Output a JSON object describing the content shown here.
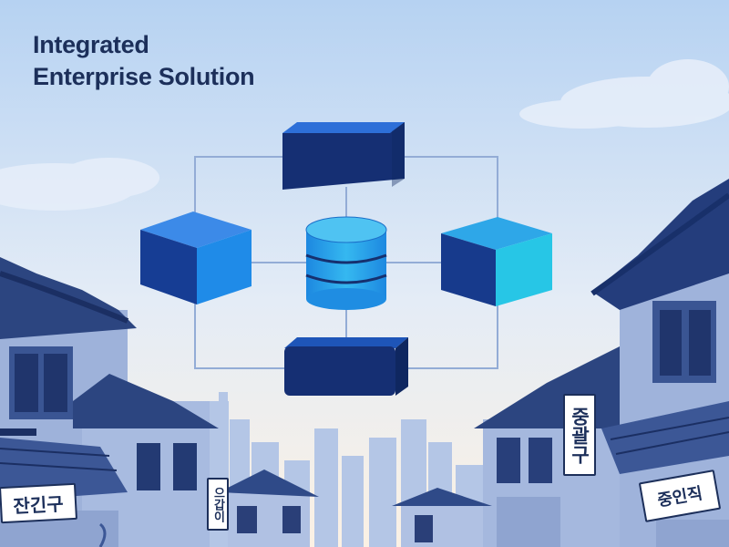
{
  "title": {
    "line1": "Integrated",
    "line2": "Enterprise Solution"
  },
  "signs": {
    "left_horizontal": "잔긴구",
    "left_vertical": "으갑이",
    "right_vertical": "중괄구",
    "right_horizontal": "중인직"
  },
  "diagram": {
    "nodes": [
      "top-box",
      "left-cube",
      "database-cylinder",
      "right-cube",
      "bottom-box"
    ]
  },
  "colors": {
    "sky_top": "#b9d4f3",
    "sky_bottom": "#fbf2e6",
    "navy": "#13306e",
    "blue": "#1f63c9",
    "cyan": "#25c9e6",
    "building": "#8ea5d2",
    "title": "#1c2f5a"
  }
}
